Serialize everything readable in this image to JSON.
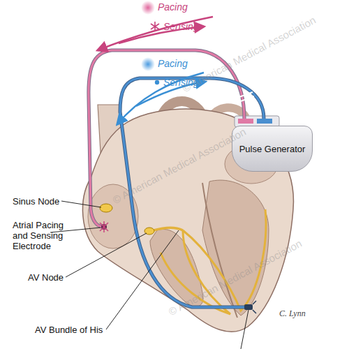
{
  "diagram": {
    "nodes": [
      {
        "text": [
          "Pulse Generator"
        ]
      }
    ],
    "labels": [
      "Pacing",
      "Sensing",
      "Pacing",
      "Sensing",
      "Sinus Node",
      "Atrial Pacing and Sensing Electrode",
      "AV Node",
      "AV Bundle of His",
      "C. Lynn",
      "© American Medical Association",
      "© American Medical Association",
      "© American Medical Association"
    ]
  }
}
